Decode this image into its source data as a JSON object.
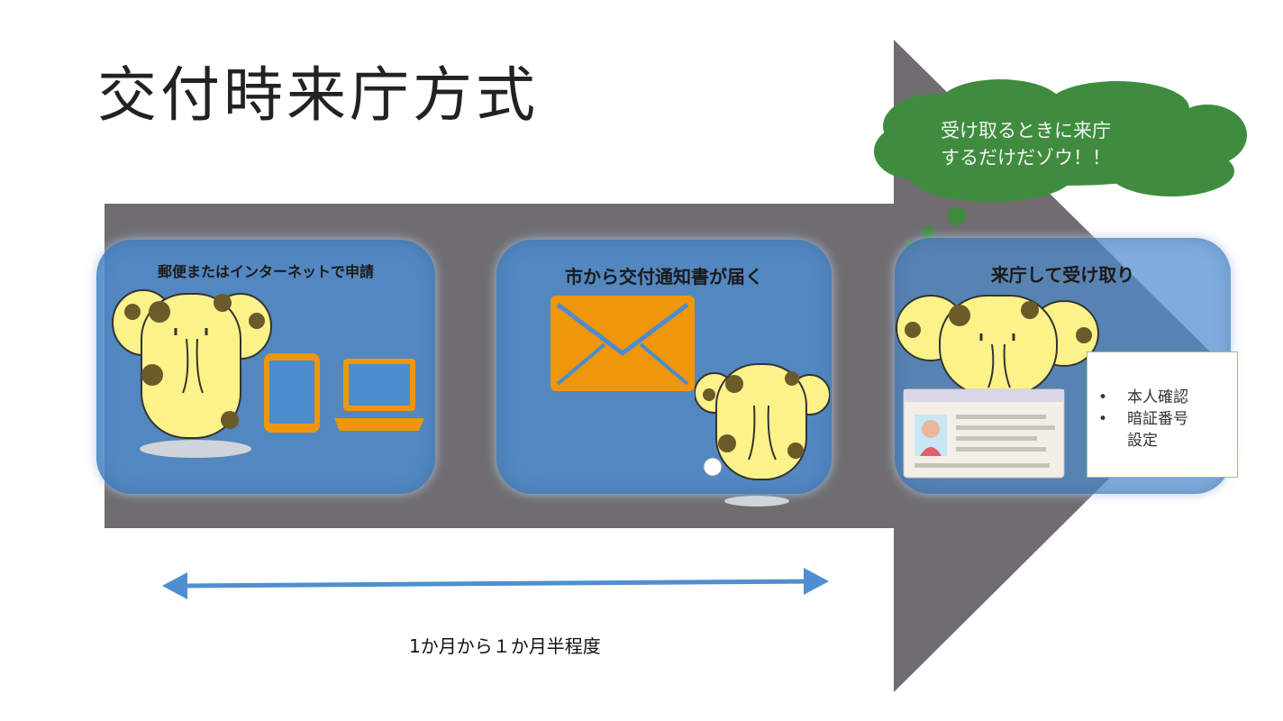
{
  "title": "交付時来庁方式",
  "steps": [
    {
      "title": "郵便またはインターネットで申請"
    },
    {
      "title": "市から交付通知書が届く"
    },
    {
      "title": "来庁して受け取り"
    }
  ],
  "speech_bubble": {
    "line1": "受け取るときに来庁",
    "line2": "するだけだゾウ！！"
  },
  "checklist": {
    "items": [
      "本人確認",
      "暗証番号",
      "設定"
    ]
  },
  "duration_label": "1か月から１か月半程度",
  "colors": {
    "arrow": "#6f6d70",
    "box": "#4d8ccd",
    "bubble": "#3f8c3f",
    "envelope": "#f0960a",
    "double_arrow": "#4f8fd0",
    "mascot": "#fbf28a",
    "mascot_spots": "#6b5a2a"
  }
}
